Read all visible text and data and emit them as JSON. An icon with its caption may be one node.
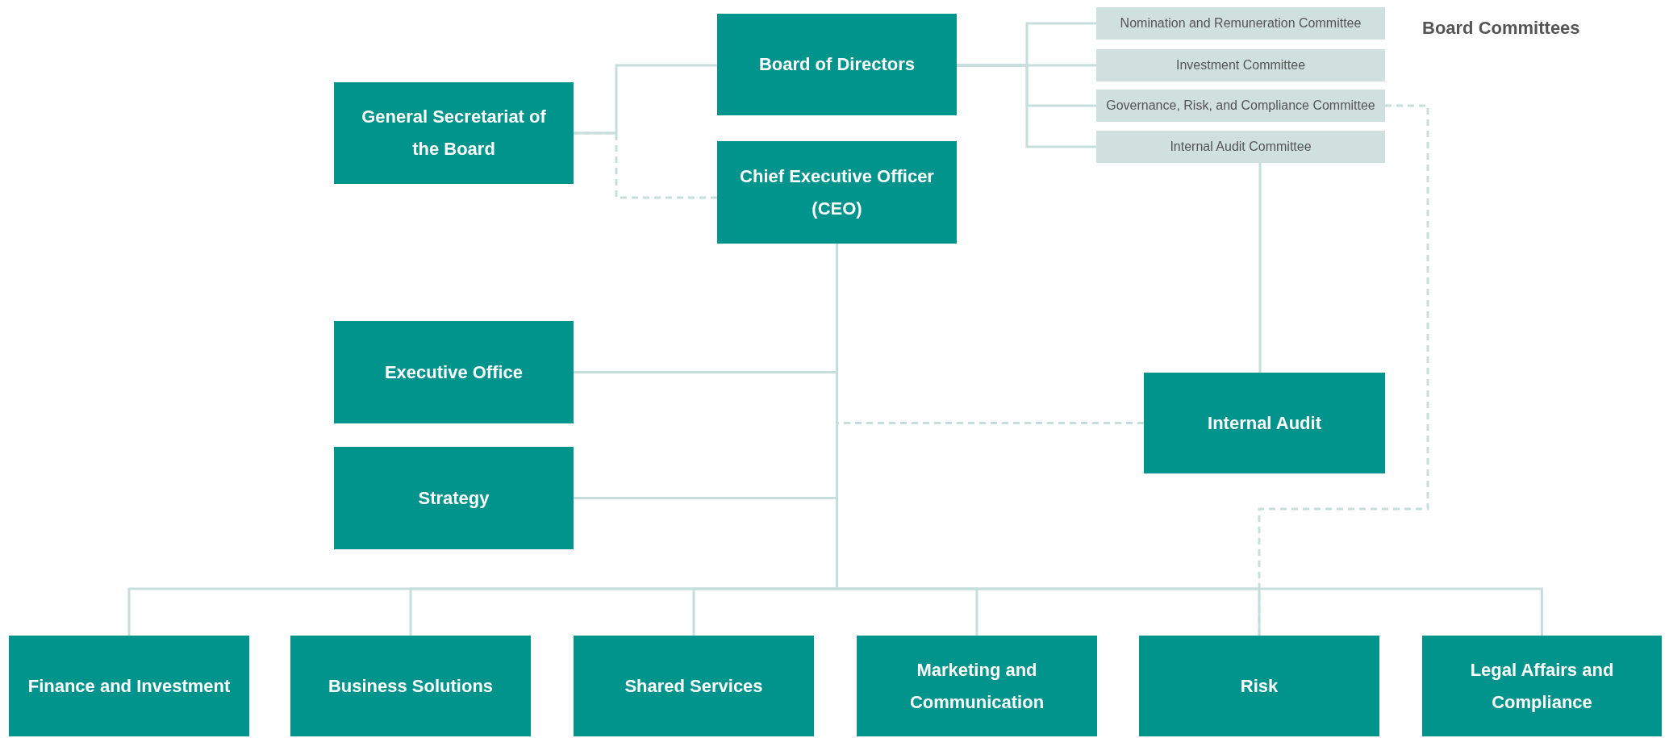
{
  "diagram": {
    "nodes": [
      {
        "text": [
          "Board of Directors"
        ]
      },
      {
        "text": [
          "General Secretariat of the Board"
        ]
      },
      {
        "text": [
          "Chief Executive Officer (CEO)"
        ]
      },
      {
        "text": [
          "Nomination and Remuneration Committee"
        ]
      },
      {
        "text": [
          "Investment Committee"
        ]
      },
      {
        "text": [
          "Governance, Risk, and Compliance Committee"
        ]
      },
      {
        "text": [
          "Internal Audit Committee"
        ]
      },
      {
        "text": [
          "Executive Office"
        ]
      },
      {
        "text": [
          "Strategy"
        ]
      },
      {
        "text": [
          "Internal Audit"
        ]
      },
      {
        "text": [
          "Finance and Investment"
        ]
      },
      {
        "text": [
          "Business Solutions"
        ]
      },
      {
        "text": [
          "Shared Services"
        ]
      },
      {
        "text": [
          "Marketing and Communication"
        ]
      },
      {
        "text": [
          "Risk"
        ]
      },
      {
        "text": [
          "Legal Affairs and Compliance"
        ]
      }
    ],
    "edges": [
      {
        "from": 0,
        "to": 1,
        "arrow": "none"
      },
      {
        "from": 2,
        "to": 1,
        "arrow": "none",
        "style": "dashed"
      },
      {
        "from": 0,
        "to": 3,
        "arrow": "none"
      },
      {
        "from": 0,
        "to": 4,
        "arrow": "none"
      },
      {
        "from": 0,
        "to": 5,
        "arrow": "none"
      },
      {
        "from": 0,
        "to": 6,
        "arrow": "none"
      },
      {
        "from": 6,
        "to": 9,
        "arrow": "none"
      },
      {
        "from": 5,
        "to": 14,
        "arrow": "none",
        "style": "dashed"
      },
      {
        "from": 2,
        "to": 7,
        "arrow": "none"
      },
      {
        "from": 2,
        "to": 8,
        "arrow": "none"
      },
      {
        "from": 9,
        "to": 2,
        "arrow": "none",
        "style": "dashed"
      },
      {
        "from": 2,
        "to": 10,
        "arrow": "none"
      },
      {
        "from": 2,
        "to": 11,
        "arrow": "none"
      },
      {
        "from": 2,
        "to": 12,
        "arrow": "none"
      },
      {
        "from": 2,
        "to": 13,
        "arrow": "none"
      },
      {
        "from": 2,
        "to": 14,
        "arrow": "none"
      },
      {
        "from": 2,
        "to": 15,
        "arrow": "none"
      }
    ],
    "labels": [
      "Board Committees"
    ]
  }
}
